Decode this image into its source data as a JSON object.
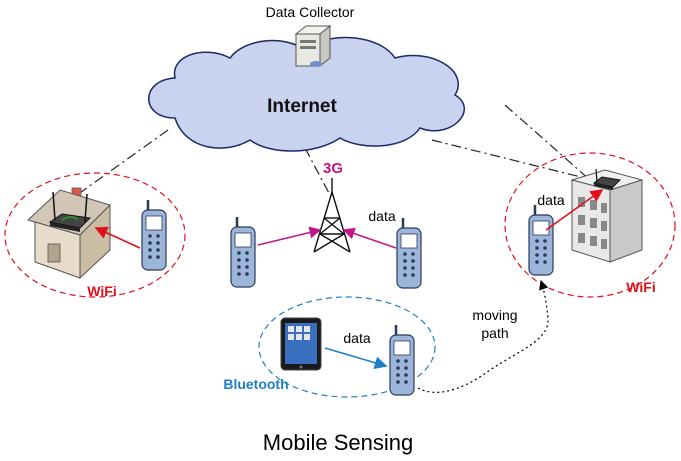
{
  "diagram": {
    "title": "Mobile Sensing",
    "collector_label": "Data Collector",
    "cloud_label": "Internet",
    "cell_label": "3G",
    "wifi_label": "WiFi",
    "bluetooth_label": "Bluetooth",
    "data_label": "data",
    "moving_path_label_1": "moving",
    "moving_path_label_2": "path"
  },
  "colors": {
    "cloud_fill": "#c9d3f0",
    "cloud_stroke": "#1a2a6a",
    "wifi_accent": "#e0101a",
    "bluetooth_accent": "#1f7fc4",
    "cellular_accent": "#c0168a",
    "phone_body": "#9db5d8"
  },
  "icons": [
    "server-icon",
    "tower-icon",
    "house-icon",
    "router-icon",
    "building-icon",
    "tablet-icon",
    "phone-icon"
  ]
}
